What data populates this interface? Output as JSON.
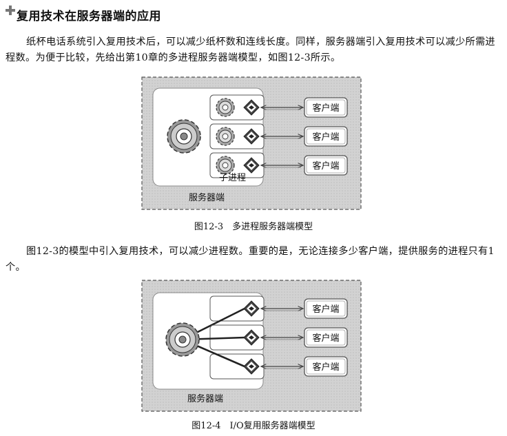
{
  "section": {
    "icon": "plus-icon",
    "title": "复用技术在服务器端的应用"
  },
  "paragraphs": [
    "纸杯电话系统引入复用技术后，可以减少纸杯数和连线长度。同样，服务器端引入复用技术可以减少所需进程数。为便于比较，先给出第10章的多进程服务器端模型，如图12-3所示。",
    "图12-3的模型中引入复用技术，可以减少进程数。重要的是，无论连接多少客户端，提供服务的进程只有1个。"
  ],
  "figure1": {
    "caption": "图12-3　多进程服务器端模型",
    "server_label": "服务器端",
    "child_label": "子进程",
    "clients": [
      "客户端",
      "客户端",
      "客户端"
    ]
  },
  "figure2": {
    "caption": "图12-4　I/O复用服务器端模型",
    "server_label": "服务器端",
    "clients": [
      "客户端",
      "客户端",
      "客户端"
    ]
  }
}
